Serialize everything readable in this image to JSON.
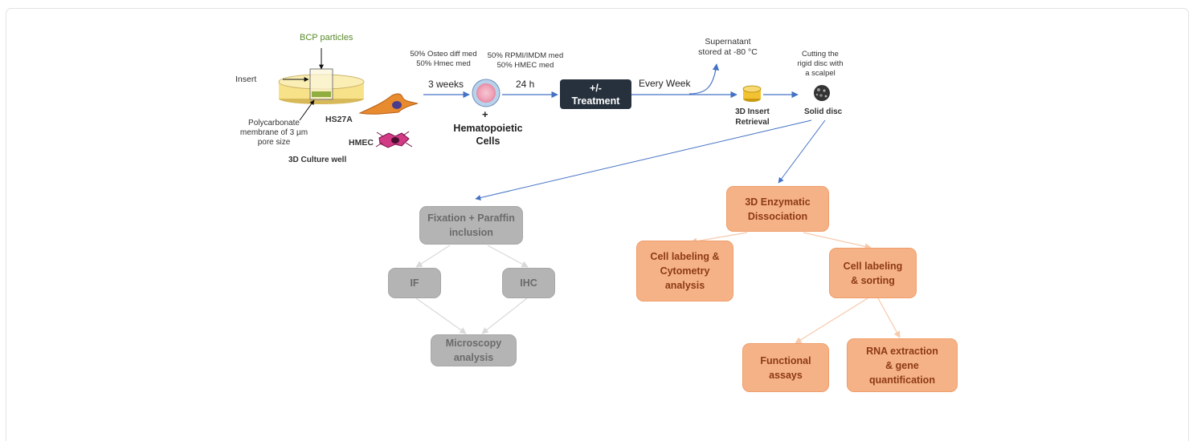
{
  "culture": {
    "bcp_particles": "BCP particles",
    "insert": "Insert",
    "membrane": "Polycarbonate\nmembrane of 3 µm\npore size",
    "well": "3D Culture well",
    "hs27a": "HS27A",
    "hmec": "HMEC"
  },
  "steps": {
    "medium1": "50% Osteo diff med\n50% Hmec med",
    "weeks": "3 weeks",
    "plus": "+",
    "hematopoietic": "Hematopoietic\nCells",
    "medium2": "50% RPMI/IMDM med\n50% HMEC med",
    "hours": "24 h",
    "treatment": "+/-\nTreatment",
    "every_week": "Every Week",
    "supernatant": "Supernatant\nstored at -80 °C",
    "insert_retrieval": "3D Insert\nRetrieval",
    "cutting": "Cutting the\nrigid disc with\na scalpel",
    "solid_disc": "Solid disc"
  },
  "gray_branch": {
    "fixation": "Fixation + Paraffin\ninclusion",
    "if": "IF",
    "ihc": "IHC",
    "microscopy": "Microscopy\nanalysis"
  },
  "orange_branch": {
    "enzymatic": "3D Enzymatic\nDissociation",
    "cytometry": "Cell labeling &\nCytometry\nanalysis",
    "sorting": "Cell labeling\n& sorting",
    "functional": "Functional\nassays",
    "rna": "RNA extraction\n& gene\nquantification"
  },
  "colors": {
    "gray_box": "#b4b4b4",
    "orange_box": "#f6b287",
    "orange_text": "#8d3a14",
    "treatment_box": "#26313d",
    "arrow_blue": "#4472c4",
    "bcp_green": "#5a8a2c"
  }
}
